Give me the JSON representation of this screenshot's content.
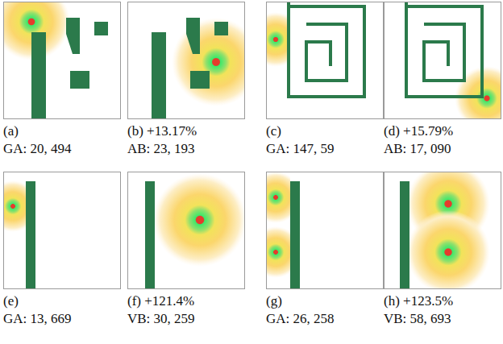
{
  "diagram": {
    "labels": [
      "(a)",
      "GA: 20, 494",
      "(b) +13.17%",
      "AB: 23, 193",
      "(c)",
      "GA: 147, 59",
      "(d) +15.79%",
      "AB: 17, 090",
      "(e)",
      "GA: 13, 669",
      "(f) +121.4%",
      "VB: 30, 259",
      "(g)",
      "GA: 26, 258",
      "(h) +123.5%",
      "VB: 58, 693"
    ]
  }
}
